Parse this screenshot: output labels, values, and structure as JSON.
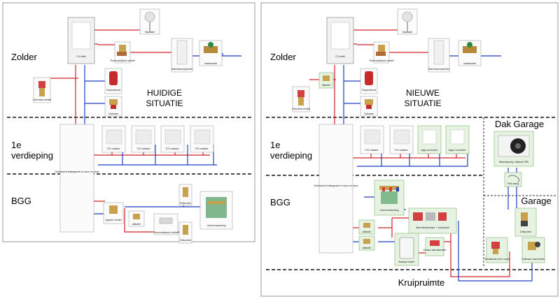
{
  "left": {
    "zones": {
      "attic": "Zolder",
      "first_floor_line1": "1e",
      "first_floor_line2": "verdieping",
      "ground": "BGG"
    },
    "title_line1": "HUIDIGE",
    "title_line2": "SITUATIE",
    "labels": {
      "boiler": "CV ketel",
      "thermostat_valve": "Thermostatisch ventiel",
      "tap": "Tapwater",
      "heat_pump_unit": "Warmtepompboiler",
      "inlet_combi": "Inlaatcombi",
      "overflow_valve": "Overdruk ventiel",
      "expansion_vessel": "Expansievat",
      "drain_valve": "Vulkraan",
      "duct": "Ombekend leidingwerk in muur en vloer",
      "rad1": "T22 radiator",
      "rad2": "T22 radiator",
      "rad3": "T22 radiator",
      "rad4": "T22 radiator",
      "bypass_valve": "bypass ventiel",
      "shutoff": "afsluiter",
      "thermostat_valve_bgg": "Thermostatisch ventiel",
      "group_top": "Ontluchter",
      "group_bottom": "Ontluchter",
      "floor_heating": "Vloerverwarming"
    }
  },
  "right": {
    "zones": {
      "attic": "Zolder",
      "first_floor_line1": "1e",
      "first_floor_line2": "verdieping",
      "ground": "BGG",
      "crawl": "Kruipruimte",
      "roof_garage": "Dak Garage",
      "garage": "Garage"
    },
    "title_line1": "NIEUWE",
    "title_line2": "SITUATIE",
    "labels": {
      "boiler": "CV ketel",
      "thermostat_valve": "Thermostatisch ventiel",
      "tap": "Tapwater",
      "heat_pump_unit": "Warmtepompboiler",
      "inlet_combi": "Inlaatcombi",
      "shutoff_attic": "afsluiter",
      "overflow_valve": "Overdruk ventiel",
      "expansion_vessel": "Expansievat",
      "drain_valve": "Vulkraan",
      "duct": "Ombekend leidingwerk in muur en vloer",
      "rad1": "T22 radiator",
      "rad2": "T22 radiator",
      "conv1": "Jaga convector",
      "conv2": "Jaga Convector",
      "heatpump": "Warmtepomp Vaillant TRR",
      "flex_hose": "Flex slang",
      "floor_heating": "Vloerverwarming",
      "shutoff1": "afsluiter",
      "shutoff2": "afsluiter",
      "heat_exchanger": "Warmtewisselaar + inbouwset",
      "backup_heater": "Backup heater",
      "sensor": "Sensor warmtemeter",
      "garage_valve": "Ontluchter",
      "garage_shutoff": "afsluitkraan (em vorst)",
      "garage_fill": "Vulkraan manometer"
    }
  }
}
